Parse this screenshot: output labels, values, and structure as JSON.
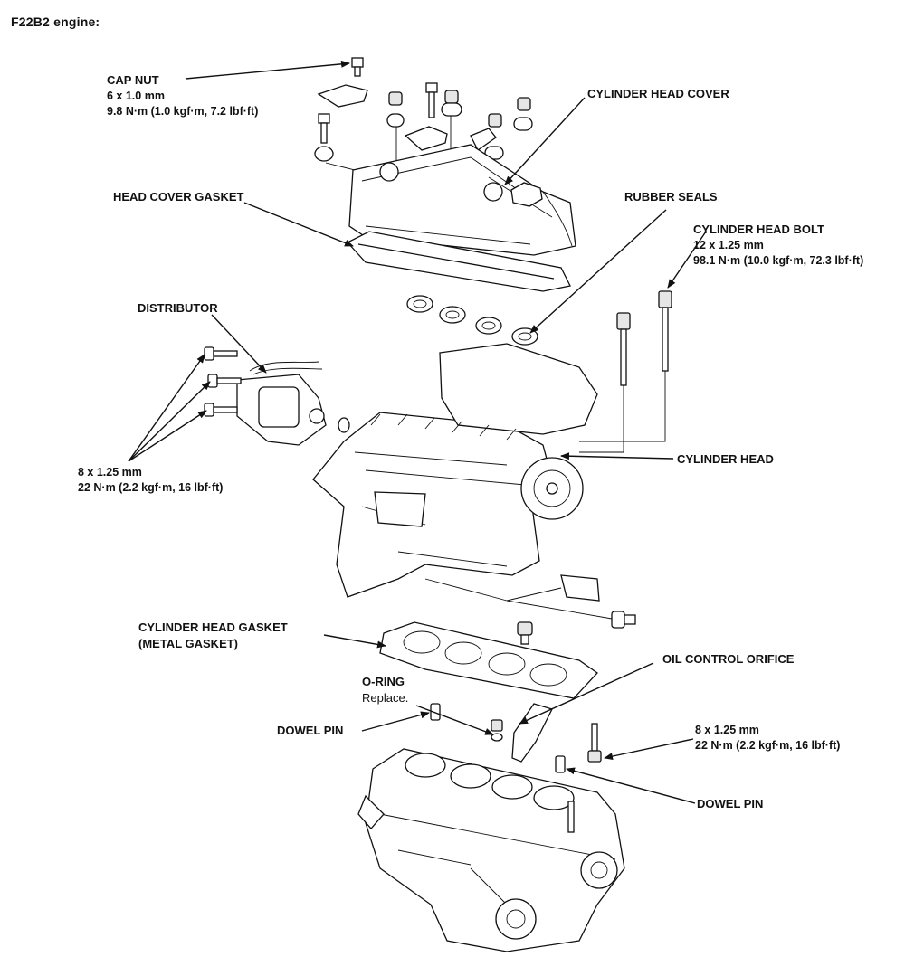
{
  "title": "F22B2 engine:",
  "labels": {
    "cap_nut": {
      "name": "CAP NUT",
      "size": "6 x 1.0 mm",
      "torque": "9.8 N·m (1.0 kgf·m, 7.2 lbf·ft)"
    },
    "cylinder_head_cover": "CYLINDER HEAD COVER",
    "head_cover_gasket": "HEAD COVER GASKET",
    "rubber_seals": "RUBBER SEALS",
    "cylinder_head_bolt": {
      "name": "CYLINDER HEAD BOLT",
      "size": "12 x 1.25 mm",
      "torque": "98.1 N·m (10.0 kgf·m, 72.3 lbf·ft)"
    },
    "distributor": "DISTRIBUTOR",
    "distributor_bolts": {
      "size": "8 x 1.25 mm",
      "torque": "22 N·m (2.2 kgf·m, 16 lbf·ft)"
    },
    "cylinder_head": "CYLINDER HEAD",
    "cylinder_head_gasket": {
      "name": "CYLINDER HEAD GASKET",
      "note": "(METAL GASKET)"
    },
    "oil_control_orifice": "OIL CONTROL ORIFICE",
    "o_ring": {
      "name": "O-RING",
      "note": "Replace."
    },
    "dowel_pin_left": "DOWEL PIN",
    "dowel_pin_right": "DOWEL PIN",
    "bracket_bolt": {
      "size": "8 x 1.25 mm",
      "torque": "22 N·m (2.2 kgf·m, 16 lbf·ft)"
    }
  }
}
